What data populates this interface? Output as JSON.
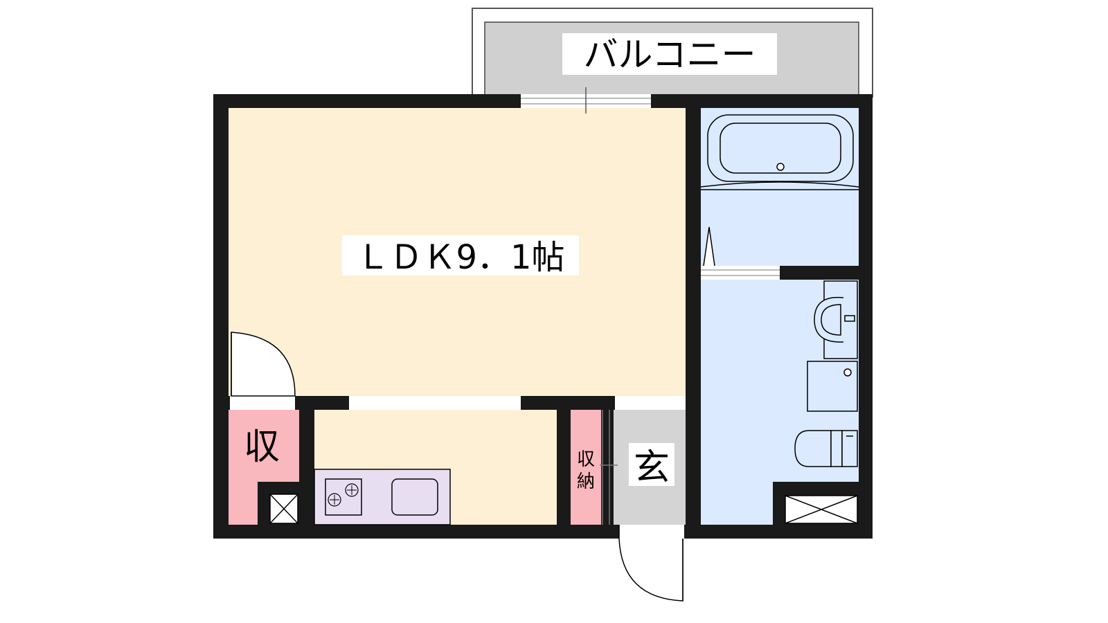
{
  "labels": {
    "balcony": "バルコニー",
    "ldk": "ＬＤＫ9．1帖",
    "storage_left": "収",
    "storage_closet": "収納",
    "entrance": "玄"
  },
  "colors": {
    "wall": "#1a1a1a",
    "ldk_floor": "#fdf0d4",
    "wet_area": "#dbeafe",
    "storage": "#f9b8bd",
    "entrance_floor": "#d4d4d4",
    "balcony_floor": "#d0d0d0",
    "kitchen_counter": "#e8def2"
  }
}
